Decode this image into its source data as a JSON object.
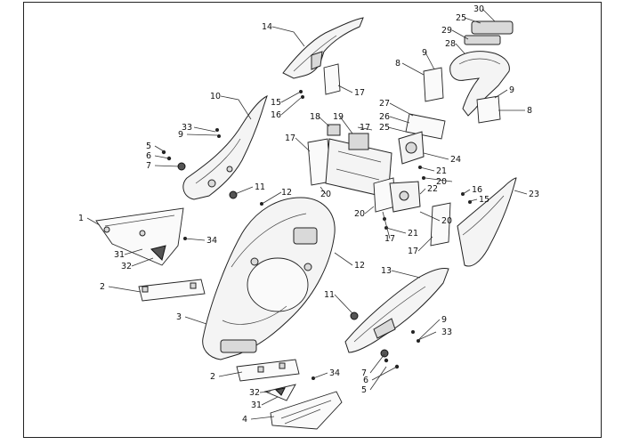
{
  "diagram": {
    "callouts": [
      {
        "id": "c1",
        "text": "1"
      },
      {
        "id": "c2a",
        "text": "2"
      },
      {
        "id": "c2b",
        "text": "2"
      },
      {
        "id": "c3",
        "text": "3"
      },
      {
        "id": "c4",
        "text": "4"
      },
      {
        "id": "c5a",
        "text": "5"
      },
      {
        "id": "c5b",
        "text": "5"
      },
      {
        "id": "c6a",
        "text": "6"
      },
      {
        "id": "c6b",
        "text": "6"
      },
      {
        "id": "c7a",
        "text": "7"
      },
      {
        "id": "c7b",
        "text": "7"
      },
      {
        "id": "c8a",
        "text": "8"
      },
      {
        "id": "c8b",
        "text": "8"
      },
      {
        "id": "c9a",
        "text": "9"
      },
      {
        "id": "c9b",
        "text": "9"
      },
      {
        "id": "c9c",
        "text": "9"
      },
      {
        "id": "c9d",
        "text": "9"
      },
      {
        "id": "c10",
        "text": "10"
      },
      {
        "id": "c11a",
        "text": "11"
      },
      {
        "id": "c11b",
        "text": "11"
      },
      {
        "id": "c12a",
        "text": "12"
      },
      {
        "id": "c12b",
        "text": "12"
      },
      {
        "id": "c13",
        "text": "13"
      },
      {
        "id": "c14",
        "text": "14"
      },
      {
        "id": "c15a",
        "text": "15"
      },
      {
        "id": "c15b",
        "text": "15"
      },
      {
        "id": "c16a",
        "text": "16"
      },
      {
        "id": "c16b",
        "text": "16"
      },
      {
        "id": "c17a",
        "text": "17"
      },
      {
        "id": "c17b",
        "text": "17"
      },
      {
        "id": "c17c",
        "text": "17"
      },
      {
        "id": "c17d",
        "text": "17"
      },
      {
        "id": "c17e",
        "text": "17"
      },
      {
        "id": "c18",
        "text": "18"
      },
      {
        "id": "c19",
        "text": "19"
      },
      {
        "id": "c20a",
        "text": "20"
      },
      {
        "id": "c20b",
        "text": "20"
      },
      {
        "id": "c20c",
        "text": "20"
      },
      {
        "id": "c20d",
        "text": "20"
      },
      {
        "id": "c21a",
        "text": "21"
      },
      {
        "id": "c21b",
        "text": "21"
      },
      {
        "id": "c22",
        "text": "22"
      },
      {
        "id": "c23",
        "text": "23"
      },
      {
        "id": "c24",
        "text": "24"
      },
      {
        "id": "c25a",
        "text": "25"
      },
      {
        "id": "c25b",
        "text": "25"
      },
      {
        "id": "c26",
        "text": "26"
      },
      {
        "id": "c27",
        "text": "27"
      },
      {
        "id": "c28",
        "text": "28"
      },
      {
        "id": "c29",
        "text": "29"
      },
      {
        "id": "c30",
        "text": "30"
      },
      {
        "id": "c31a",
        "text": "31"
      },
      {
        "id": "c31b",
        "text": "31"
      },
      {
        "id": "c32a",
        "text": "32"
      },
      {
        "id": "c32b",
        "text": "32"
      },
      {
        "id": "c33a",
        "text": "33"
      },
      {
        "id": "c33b",
        "text": "33"
      },
      {
        "id": "c34a",
        "text": "34"
      },
      {
        "id": "c34b",
        "text": "34"
      }
    ]
  }
}
